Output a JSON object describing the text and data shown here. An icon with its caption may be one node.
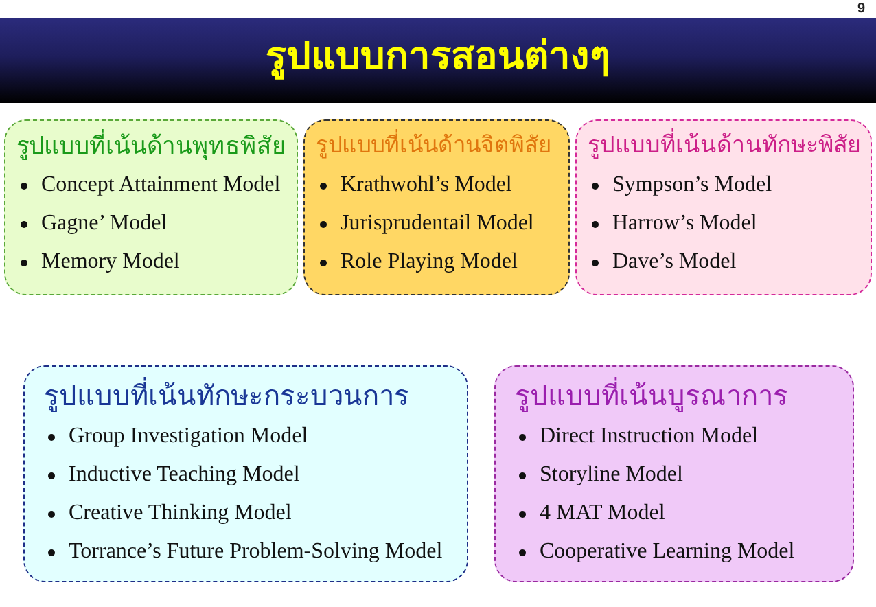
{
  "diagram": {
    "title": "รูปแบบการสอนต่างๆ",
    "nodes": [
      {
        "text": [
          "รูปแบบที่เน้นด้านพุทธพิสัย",
          "Concept Attainment Model",
          "Gagne’ Model",
          "Memory Model"
        ]
      },
      {
        "text": [
          "รูปแบบที่เน้นด้านจิตพิสัย",
          "Krathwohl’s Model",
          "Jurisprudentail Model",
          "Role Playing Model"
        ]
      },
      {
        "text": [
          "รูปแบบที่เน้นด้านทักษะพิสัย",
          "Sympson’s Model",
          "Harrow’s Model",
          "Dave’s Model"
        ]
      },
      {
        "text": [
          "รูปแบบที่เน้นทักษะกระบวนการ",
          "Group Investigation Model",
          "Inductive Teaching Model",
          "Creative Thinking Model",
          "Torrance’s Future Problem-Solving Model"
        ]
      },
      {
        "text": [
          "รูปแบบที่เน้นบูรณาการ",
          "Direct Instruction Model",
          "Storyline Model",
          "4 MAT Model",
          "Cooperative Learning Model"
        ]
      }
    ],
    "labels": [
      "9"
    ]
  }
}
